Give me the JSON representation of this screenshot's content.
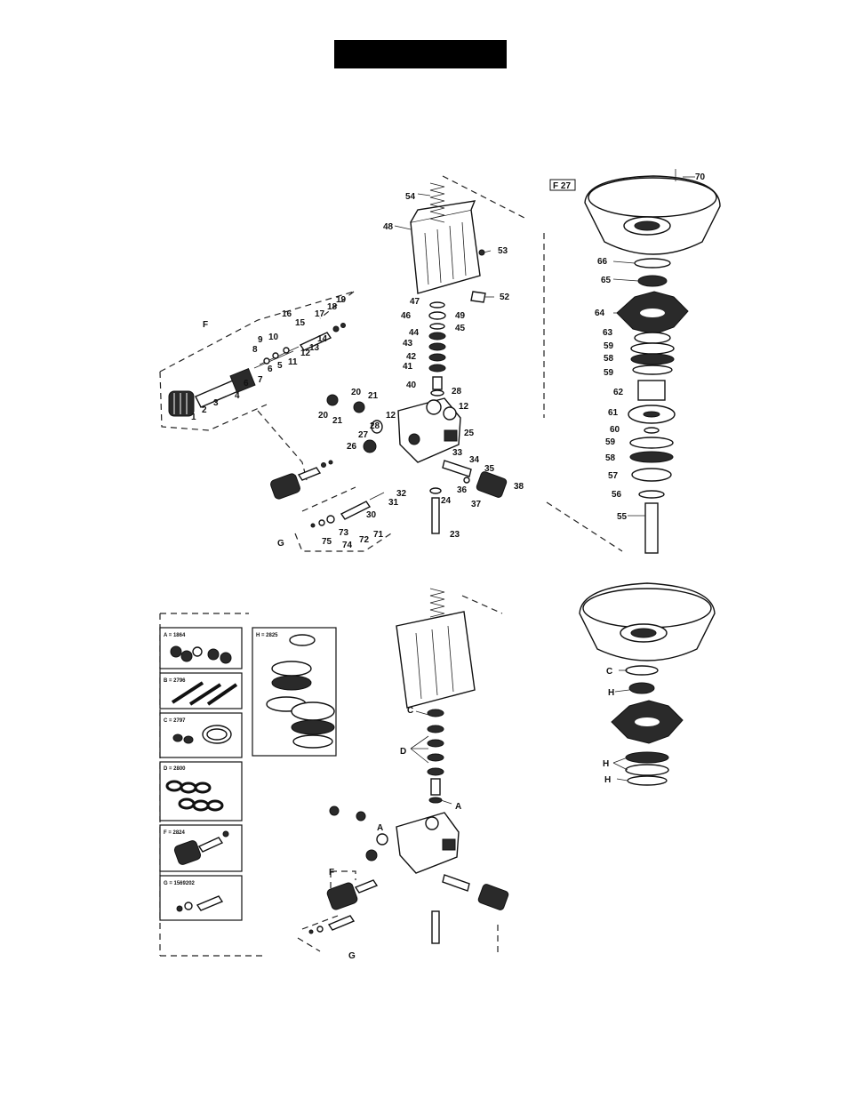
{
  "frame_label": "F 27",
  "group_labels": {
    "f": "F",
    "g": "G"
  },
  "callouts": {
    "c1": "1",
    "c2": "2",
    "c3": "3",
    "c4": "4",
    "c5": "5",
    "c6a": "6",
    "c6b": "6",
    "c7": "7",
    "c8": "8",
    "c9": "9",
    "c10": "10",
    "c11": "11",
    "c12a": "12",
    "c12b": "12",
    "c12c": "12",
    "c13": "13",
    "c14": "14",
    "c15": "15",
    "c16": "16",
    "c17": "17",
    "c18": "18",
    "c19": "19",
    "c20a": "20",
    "c20b": "20",
    "c21a": "21",
    "c21b": "21",
    "c23": "23",
    "c24": "24",
    "c25": "25",
    "c26": "26",
    "c27": "27",
    "c28a": "28",
    "c28b": "28",
    "c30": "30",
    "c31": "31",
    "c32": "32",
    "c33": "33",
    "c34": "34",
    "c35": "35",
    "c36": "36",
    "c37": "37",
    "c38": "38",
    "c40": "40",
    "c41": "41",
    "c42": "42",
    "c43": "43",
    "c44": "44",
    "c45": "45",
    "c46": "46",
    "c47": "47",
    "c48": "48",
    "c49": "49",
    "c52": "52",
    "c53": "53",
    "c54": "54",
    "c55": "55",
    "c56": "56",
    "c57": "57",
    "c58a": "58",
    "c58b": "58",
    "c59a": "59",
    "c59b": "59",
    "c59c": "59",
    "c60": "60",
    "c61": "61",
    "c62": "62",
    "c63": "63",
    "c64": "64",
    "c65": "65",
    "c66": "66",
    "c70": "70",
    "c71": "71",
    "c72": "72",
    "c73": "73",
    "c74": "74",
    "c75": "75"
  },
  "kit_letters": {
    "a1": "A",
    "a2": "A",
    "c1": "C",
    "c2": "C",
    "d": "D",
    "f": "F",
    "g": "G",
    "h1": "H",
    "h2": "H",
    "h3": "H"
  },
  "kits": [
    {
      "id": "A",
      "code": "A = 1864"
    },
    {
      "id": "B",
      "code": "B = 2796"
    },
    {
      "id": "C",
      "code": "C = 2797"
    },
    {
      "id": "D",
      "code": "D = 2800"
    },
    {
      "id": "F",
      "code": "F = 2824"
    },
    {
      "id": "G",
      "code": "G = 1569202"
    },
    {
      "id": "H",
      "code": "H = 2825"
    }
  ]
}
